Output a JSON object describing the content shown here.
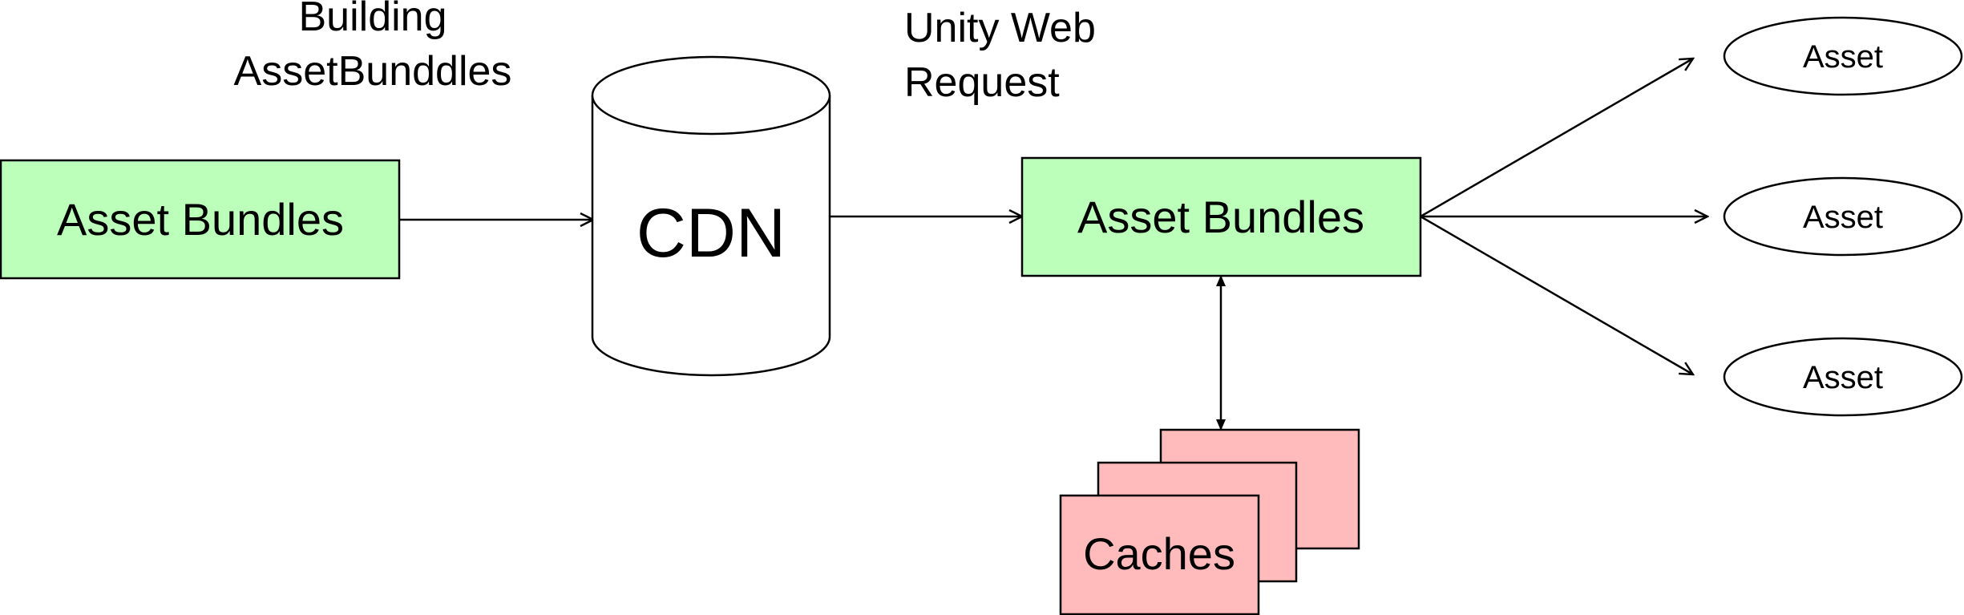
{
  "diagram": {
    "source_box": {
      "label": "Asset Bundles"
    },
    "build_label": {
      "line1": "Building",
      "line2": "AssetBunddles"
    },
    "cdn": {
      "label": "CDN"
    },
    "request_label": {
      "line1": "Unity Web",
      "line2": "Request"
    },
    "target_box": {
      "label": "Asset Bundles"
    },
    "caches": {
      "label": "Caches"
    },
    "assets": [
      {
        "label": "Asset"
      },
      {
        "label": "Asset"
      },
      {
        "label": "Asset"
      }
    ]
  },
  "colors": {
    "bundle_fill": "#bbffbb",
    "cache_fill": "#ffbbbb",
    "stroke": "#000000",
    "background": "#ffffff"
  }
}
